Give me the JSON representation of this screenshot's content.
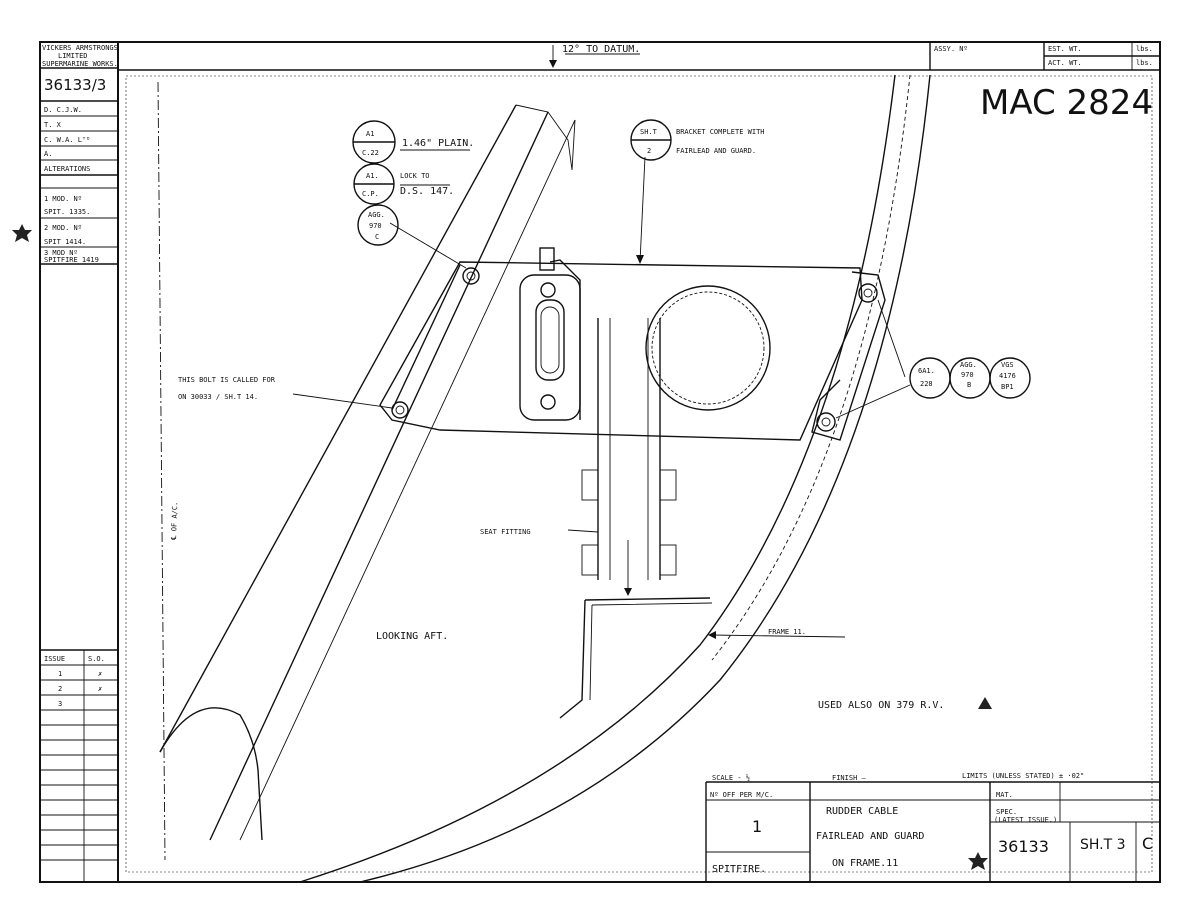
{
  "header": {
    "datum_note": "12° TO DATUM.",
    "assy_label": "ASSY. Nº",
    "est_wt": "EST. WT.",
    "est_unit": "lbs.",
    "act_wt": "ACT. WT.",
    "act_unit": "lbs."
  },
  "drawing_ref": "MAC 2824",
  "title_block_left": {
    "company_1": "VICKERS ARMSTRONGS",
    "company_2": "LIMITED",
    "works": "SUPERMARINE WORKS.",
    "drawing_no": "36133/3",
    "d_row": "D.   C.J.W.",
    "t_row": "T.   X",
    "c_row": "C. W.A. Lᵀᴰ",
    "a_row": "A.",
    "alterations": "ALTERATIONS",
    "alt_1a": "1 MOD. Nº",
    "alt_1b": "SPIT. 1335.",
    "alt_2a": "2 MOD. Nº",
    "alt_2b": "SPIT 1414.",
    "alt_3a": "3 MOD Nº",
    "alt_3b": "SPITFIRE 1419",
    "issue_header": "ISSUE",
    "so_header": "S.O.",
    "issue_rows": [
      {
        "issue": "1",
        "so": "✗"
      },
      {
        "issue": "2",
        "so": "✗"
      },
      {
        "issue": "3",
        "so": ""
      }
    ]
  },
  "callouts": {
    "a1_top": "A1",
    "a1_bottom": "C.22",
    "a1_note": "1.46\" PLAIN.",
    "a1b_top": "A1.",
    "a1b_bottom": "C.P.",
    "lock_note_1": "LOCK TO",
    "lock_note_2": "D.S. 147.",
    "agg1_a": "AGG.",
    "agg1_b": "970",
    "agg1_c": "C",
    "sht2_top": "SH.T",
    "sht2_bottom": "2",
    "bracket_note_1": "BRACKET COMPLETE WITH",
    "bracket_note_2": "FAIRLEAD AND GUARD.",
    "bolt_note_1": "THIS BOLT IS CALLED FOR",
    "bolt_note_2": "ON 30033 / SH.T 14.",
    "g6a1_a": "6A1.",
    "g6a1_b": "228",
    "agg2_a": "AGG.",
    "agg2_b": "970",
    "agg2_c": "B",
    "vgs_a": "VGS",
    "vgs_b": "4176",
    "vgs_c": "BP1",
    "seat_fitting": "SEAT FITTING",
    "frame_11": "FRAME 11.",
    "looking_aft": "LOOKING AFT.",
    "centre_line": "℄ OF A/C.",
    "used_also": "USED ALSO ON 379 R.V."
  },
  "title_block": {
    "scale": "SCALE - ½",
    "finish": "FINISH  —",
    "limits": "LIMITS (UNLESS STATED) ± ·02\"",
    "no_off_label": "Nº OFF PER M/C.",
    "no_off_value": "1",
    "aircraft": "SPITFIRE.",
    "title_1": "RUDDER CABLE",
    "title_2": "FAIRLEAD AND GUARD",
    "title_3": "ON FRAME.11",
    "mat_label": "MAT.",
    "spec_label": "SPEC.",
    "latest_issue": "(LATEST ISSUE.)",
    "drawing_no": "36133",
    "sheet": "SH.T 3",
    "issue_letter": "C"
  }
}
